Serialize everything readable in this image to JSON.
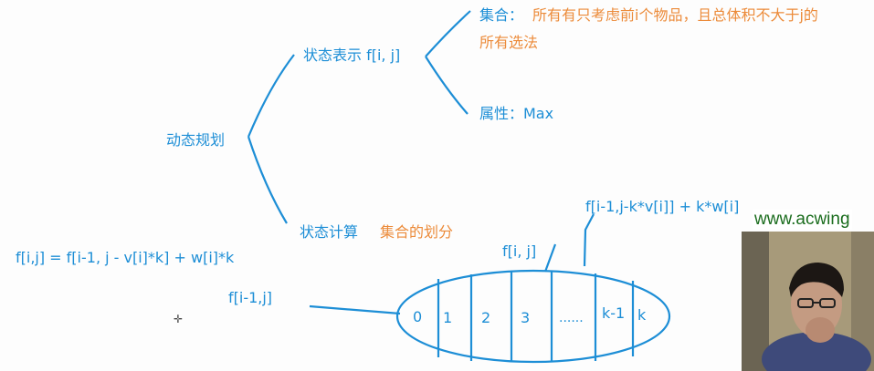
{
  "diagram": {
    "root": "动态规划",
    "state_repr": "状态表示 f[i, j]",
    "set_label": "集合：",
    "set_desc_line1": "所有有只考虑前i个物品，且总体积不大于j的",
    "set_desc_line2": "所有选法",
    "attr": "属性：Max",
    "state_calc": "状态计算",
    "set_partition": "集合的划分",
    "formula": "f[i,j] = f[i-1, j - v[i]*k] + w[i]*k",
    "f_ij_label": "f[i, j]",
    "f_i1_j_label": "f[i-1,j]",
    "top_formula": "f[i-1,j-k*v[i]] + k*w[i]",
    "partition_cells": [
      "0",
      "1",
      "2",
      "3",
      "......",
      "k-1",
      "k"
    ]
  },
  "watermark": "www.acwing",
  "colors": {
    "blue": "#1d8ed6",
    "orange": "#ec8b3a",
    "green": "#1b6d1e"
  }
}
